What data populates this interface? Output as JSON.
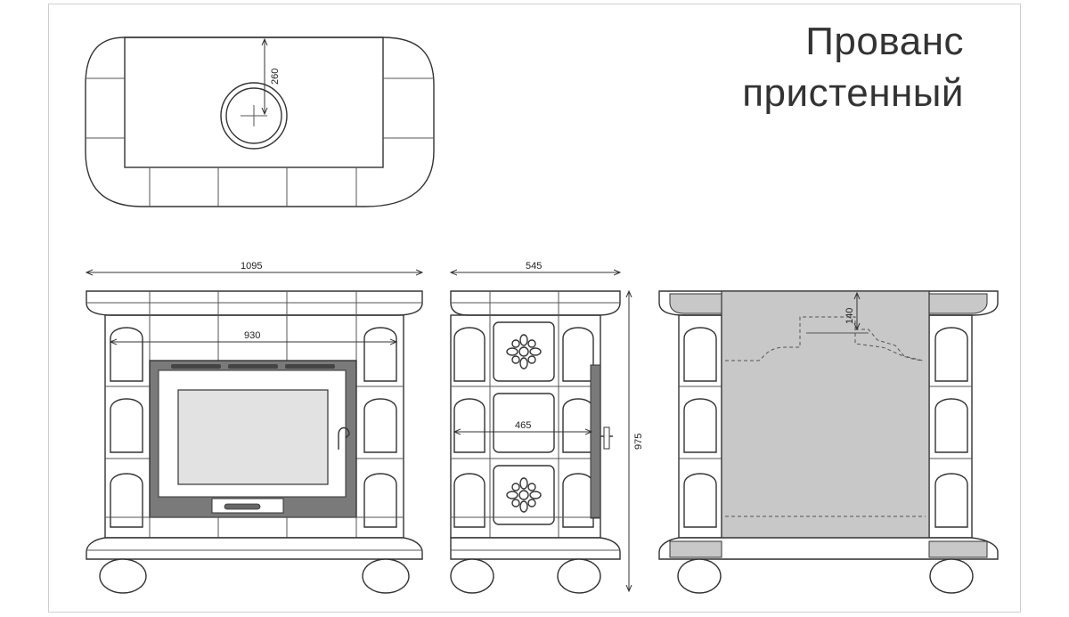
{
  "title": {
    "line1": "Прованс",
    "line2": "пристенный"
  },
  "dimensions": {
    "chimney_offset": "260",
    "front_width": "1095",
    "firebox_width": "930",
    "side_depth": "545",
    "side_inner": "465",
    "height": "975",
    "back_depth": "140"
  },
  "colors": {
    "line": "#333333",
    "firebox_frame": "#7a7a7a",
    "glass": "#e2e2e2",
    "back_fill": "#c8c8c8"
  }
}
